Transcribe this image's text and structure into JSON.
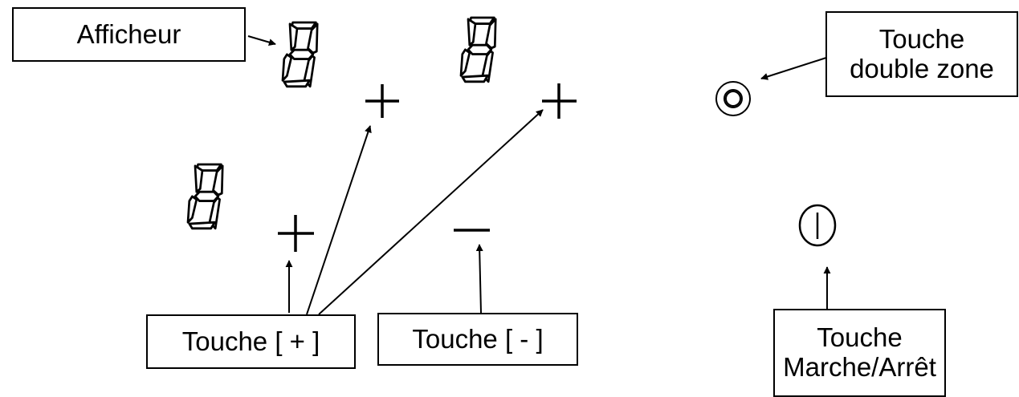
{
  "labels": {
    "afficheur": "Afficheur",
    "touche_double_zone": [
      "Touche",
      "double zone"
    ],
    "touche_plus": "Touche [ + ]",
    "touche_moins": "Touche [ - ]",
    "touche_marche_arret": [
      "Touche",
      "Marche/Arrêt"
    ]
  },
  "digits": {
    "digit_1": "8",
    "digit_2": "8",
    "digit_3": "8"
  },
  "icons": {
    "plus": "plus-sign",
    "minus": "minus-sign",
    "double_zone": "double-circle-icon",
    "power": "power-icon"
  }
}
